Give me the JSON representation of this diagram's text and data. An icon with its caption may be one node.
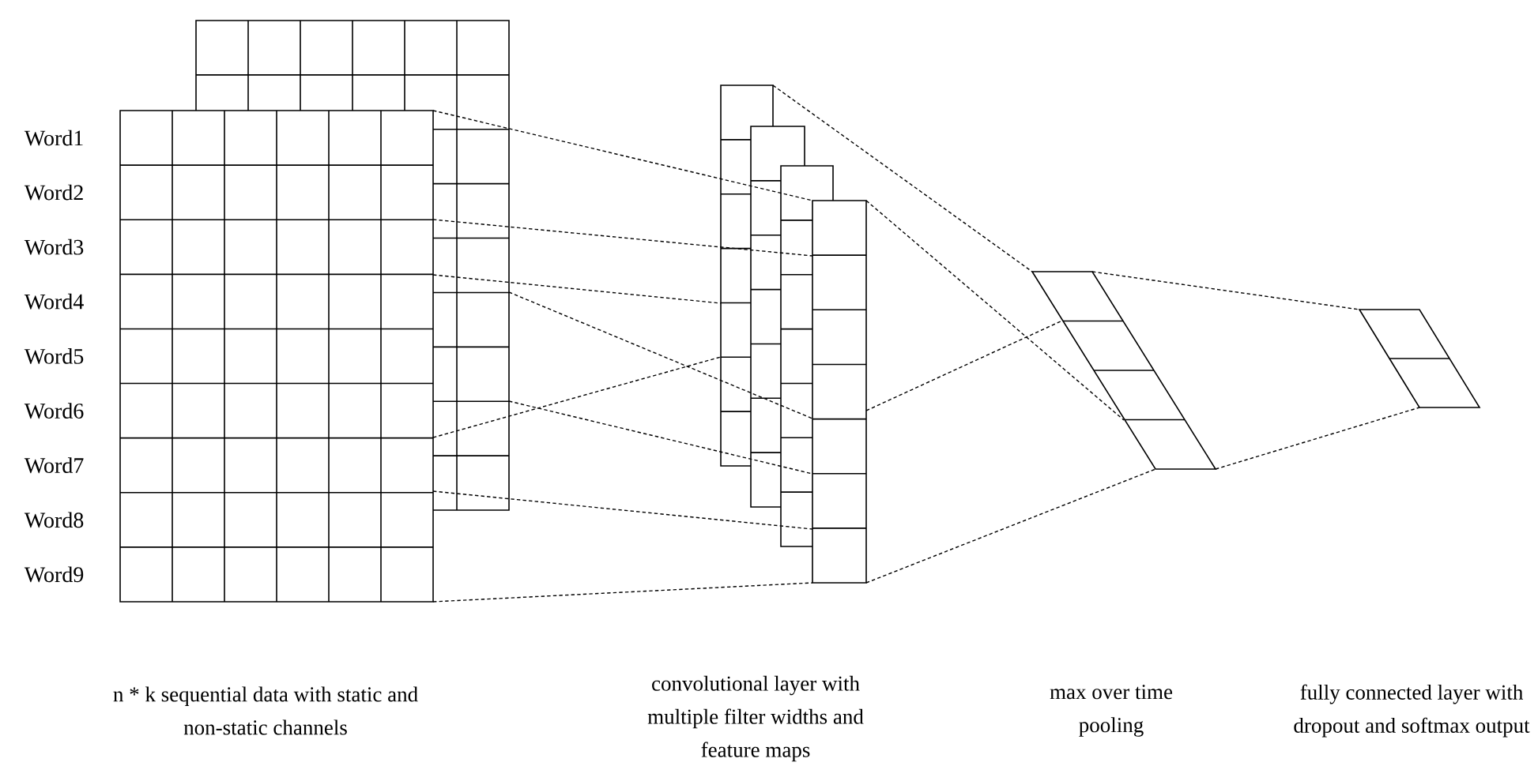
{
  "diagram": {
    "nodes": [
      {
        "text": [],
        "shape": "box"
      },
      {
        "text": [],
        "shape": "box"
      },
      {
        "text": [],
        "shape": "box"
      },
      {
        "text": [],
        "shape": "box"
      }
    ],
    "edges": [
      {
        "from": 0,
        "to": 1,
        "arrow": "none",
        "style": "dashed"
      },
      {
        "from": 0,
        "to": 1,
        "arrow": "none",
        "style": "dashed"
      },
      {
        "from": 0,
        "to": 1,
        "arrow": "none",
        "style": "dashed"
      },
      {
        "from": 0,
        "to": 1,
        "arrow": "none",
        "style": "dashed"
      },
      {
        "from": 0,
        "to": 1,
        "arrow": "none",
        "style": "dashed"
      },
      {
        "from": 0,
        "to": 1,
        "arrow": "none",
        "style": "dashed"
      },
      {
        "from": 0,
        "to": 1,
        "arrow": "none",
        "style": "dashed"
      },
      {
        "from": 0,
        "to": 1,
        "arrow": "none",
        "style": "dashed"
      },
      {
        "from": 1,
        "to": 2,
        "arrow": "none",
        "style": "dashed"
      },
      {
        "from": 1,
        "to": 2,
        "arrow": "none",
        "style": "dashed"
      },
      {
        "from": 1,
        "to": 2,
        "arrow": "none",
        "style": "dashed"
      },
      {
        "from": 1,
        "to": 2,
        "arrow": "none",
        "style": "dashed"
      },
      {
        "from": 2,
        "to": 3,
        "arrow": "none",
        "style": "dashed"
      },
      {
        "from": 2,
        "to": 3,
        "arrow": "none",
        "style": "dashed"
      }
    ],
    "labels": [
      "Word1",
      "Word2",
      "Word3",
      "Word4",
      "Word5",
      "Word6",
      "Word7",
      "Word8",
      "Word9",
      "n * k sequential data with static and non-static channels",
      "convolutional layer with multiple filter widths and feature maps",
      "max over time pooling",
      "fully connected layer with dropout and softmax output"
    ]
  }
}
